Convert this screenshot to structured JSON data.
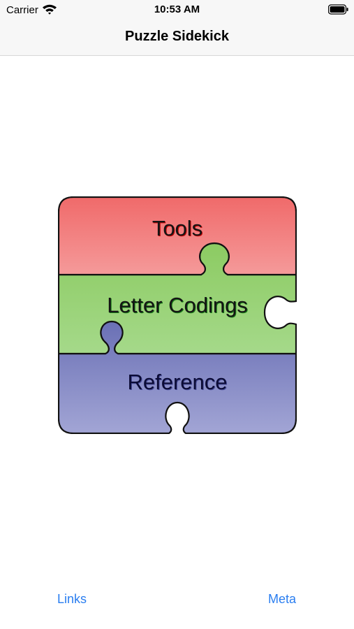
{
  "status_bar": {
    "carrier": "Carrier",
    "time": "10:53 AM"
  },
  "nav": {
    "title": "Puzzle Sidekick"
  },
  "puzzle": {
    "pieces": [
      {
        "label": "Tools",
        "color": "#f07070"
      },
      {
        "label": "Letter Codings",
        "color": "#8ccb62"
      },
      {
        "label": "Reference",
        "color": "#7075b8"
      }
    ]
  },
  "toolbar": {
    "left_label": "Links",
    "right_label": "Meta",
    "accent": "#2a7ef0"
  },
  "icons": [
    "wifi-icon",
    "battery-icon"
  ]
}
